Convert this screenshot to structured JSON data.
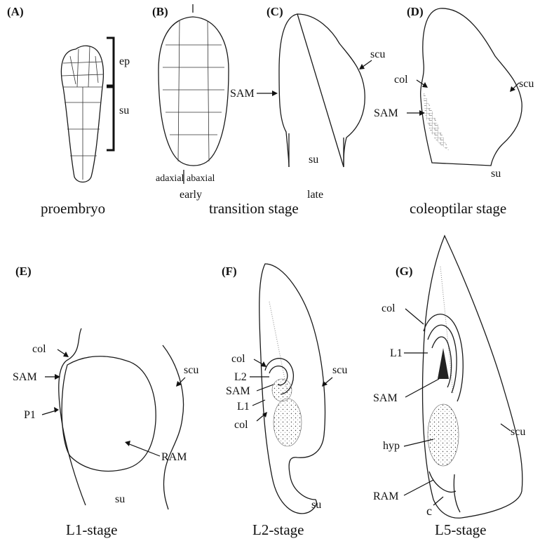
{
  "panels": {
    "A": {
      "letter": "(A)",
      "stage": "proembryo",
      "ep": "ep",
      "su": "su"
    },
    "B": {
      "letter": "(B)",
      "adaxial": "adaxial",
      "abaxial": "abaxial",
      "early": "early"
    },
    "C": {
      "letter": "(C)",
      "SAM": "SAM",
      "scu": "scu",
      "su": "su",
      "late": "late",
      "stage": "transition stage"
    },
    "D": {
      "letter": "(D)",
      "col": "col",
      "SAM": "SAM",
      "scu": "scu",
      "su": "su",
      "stage": "coleoptilar stage"
    },
    "E": {
      "letter": "(E)",
      "col": "col",
      "SAM": "SAM",
      "P1": "P1",
      "RAM": "RAM",
      "scu": "scu",
      "su": "su",
      "stage": "L1-stage"
    },
    "F": {
      "letter": "(F)",
      "col_top": "col",
      "L2": "L2",
      "SAM": "SAM",
      "L1": "L1",
      "col_bottom": "col",
      "scu": "scu",
      "su": "su",
      "stage": "L2-stage"
    },
    "G": {
      "letter": "(G)",
      "col": "col",
      "L1": "L1",
      "SAM": "SAM",
      "hyp": "hyp",
      "RAM": "RAM",
      "c": "c",
      "scu": "scu",
      "stage": "L5-stage"
    }
  }
}
